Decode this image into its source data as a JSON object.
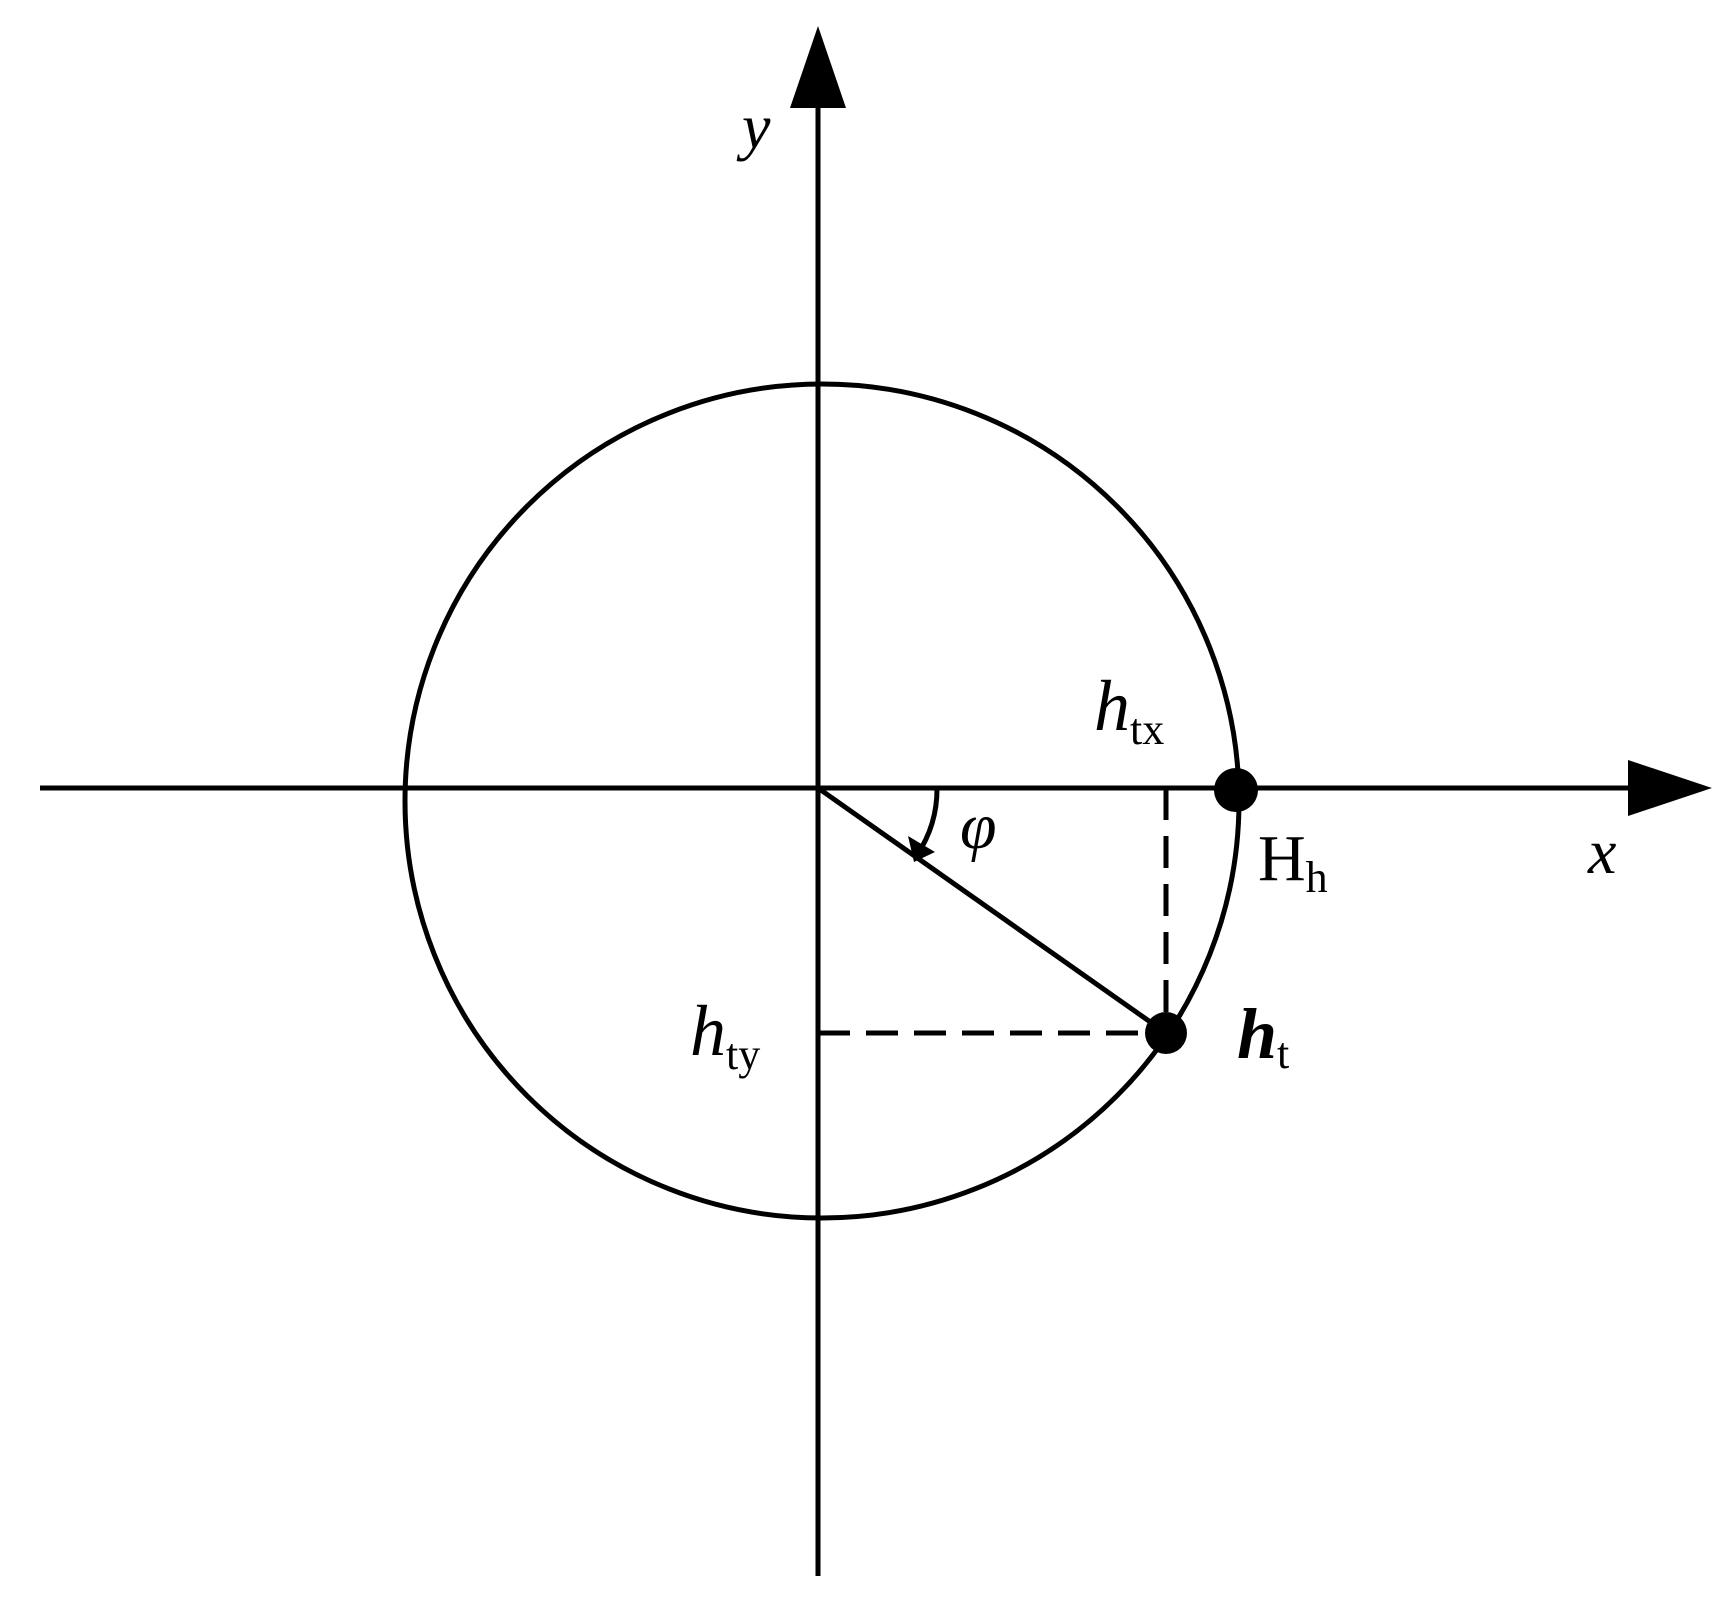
{
  "diagram": {
    "labels": {
      "y_axis": "y",
      "x_axis": "x",
      "htx_main": "h",
      "htx_sub": "tx",
      "phi": "φ",
      "Hh_main": "H",
      "Hh_sub": "h",
      "hty_main": "h",
      "hty_sub": "ty",
      "ht_main": "h",
      "ht_sub": "t"
    },
    "colors": {
      "stroke": "#000000",
      "background": "#ffffff"
    }
  }
}
